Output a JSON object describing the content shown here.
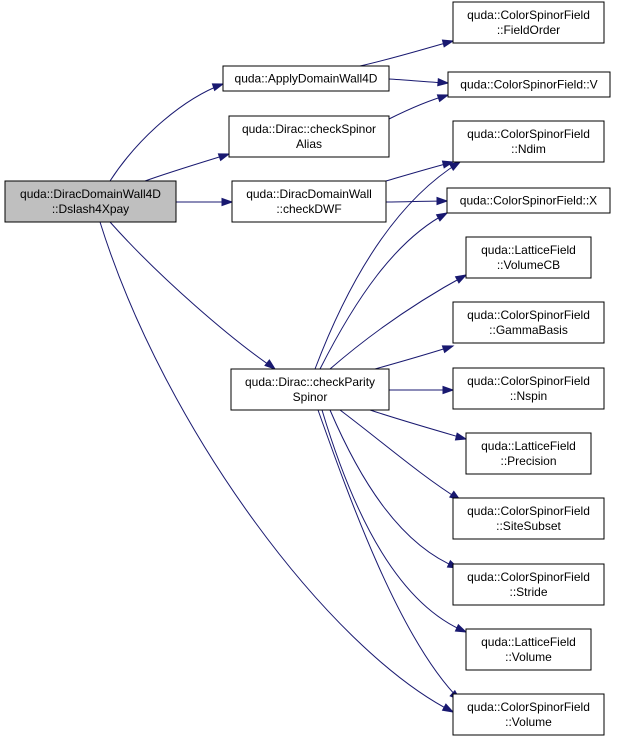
{
  "graph": {
    "root": {
      "id": "root",
      "lines": [
        "quda::DiracDomainWall4D",
        "::Dslash4Xpay"
      ]
    },
    "nodes": [
      {
        "id": "apply_dw4d",
        "lines": [
          "quda::ApplyDomainWall4D"
        ]
      },
      {
        "id": "check_spinor_alias",
        "lines": [
          "quda::Dirac::checkSpinor",
          "Alias"
        ]
      },
      {
        "id": "check_dwf",
        "lines": [
          "quda::DiracDomainWall",
          "::checkDWF"
        ]
      },
      {
        "id": "check_parity_spinor",
        "lines": [
          "quda::Dirac::checkParity",
          "Spinor"
        ]
      },
      {
        "id": "csf_field_order",
        "lines": [
          "quda::ColorSpinorField",
          "::FieldOrder"
        ]
      },
      {
        "id": "csf_v",
        "lines": [
          "quda::ColorSpinorField::V"
        ]
      },
      {
        "id": "csf_ndim",
        "lines": [
          "quda::ColorSpinorField",
          "::Ndim"
        ]
      },
      {
        "id": "csf_x",
        "lines": [
          "quda::ColorSpinorField::X"
        ]
      },
      {
        "id": "lf_volume_cb",
        "lines": [
          "quda::LatticeField",
          "::VolumeCB"
        ]
      },
      {
        "id": "csf_gamma_basis",
        "lines": [
          "quda::ColorSpinorField",
          "::GammaBasis"
        ]
      },
      {
        "id": "csf_nspin",
        "lines": [
          "quda::ColorSpinorField",
          "::Nspin"
        ]
      },
      {
        "id": "lf_precision",
        "lines": [
          "quda::LatticeField",
          "::Precision"
        ]
      },
      {
        "id": "csf_site_subset",
        "lines": [
          "quda::ColorSpinorField",
          "::SiteSubset"
        ]
      },
      {
        "id": "csf_stride",
        "lines": [
          "quda::ColorSpinorField",
          "::Stride"
        ]
      },
      {
        "id": "lf_volume",
        "lines": [
          "quda::LatticeField",
          "::Volume"
        ]
      },
      {
        "id": "csf_volume",
        "lines": [
          "quda::ColorSpinorField",
          "::Volume"
        ]
      }
    ],
    "edges": [
      {
        "from": "root",
        "to": "apply_dw4d"
      },
      {
        "from": "root",
        "to": "check_spinor_alias"
      },
      {
        "from": "root",
        "to": "check_dwf"
      },
      {
        "from": "root",
        "to": "check_parity_spinor"
      },
      {
        "from": "root",
        "to": "csf_volume"
      },
      {
        "from": "apply_dw4d",
        "to": "csf_field_order"
      },
      {
        "from": "apply_dw4d",
        "to": "csf_v"
      },
      {
        "from": "check_spinor_alias",
        "to": "csf_v"
      },
      {
        "from": "check_dwf",
        "to": "csf_ndim"
      },
      {
        "from": "check_dwf",
        "to": "csf_x"
      },
      {
        "from": "check_parity_spinor",
        "to": "csf_ndim"
      },
      {
        "from": "check_parity_spinor",
        "to": "csf_x"
      },
      {
        "from": "check_parity_spinor",
        "to": "lf_volume_cb"
      },
      {
        "from": "check_parity_spinor",
        "to": "csf_gamma_basis"
      },
      {
        "from": "check_parity_spinor",
        "to": "csf_nspin"
      },
      {
        "from": "check_parity_spinor",
        "to": "lf_precision"
      },
      {
        "from": "check_parity_spinor",
        "to": "csf_site_subset"
      },
      {
        "from": "check_parity_spinor",
        "to": "csf_stride"
      },
      {
        "from": "check_parity_spinor",
        "to": "lf_volume"
      },
      {
        "from": "check_parity_spinor",
        "to": "csf_volume"
      }
    ],
    "colors": {
      "edge": "#191970",
      "root_fill": "#bfbfbf",
      "node_fill": "#ffffff",
      "border": "#000000"
    }
  }
}
